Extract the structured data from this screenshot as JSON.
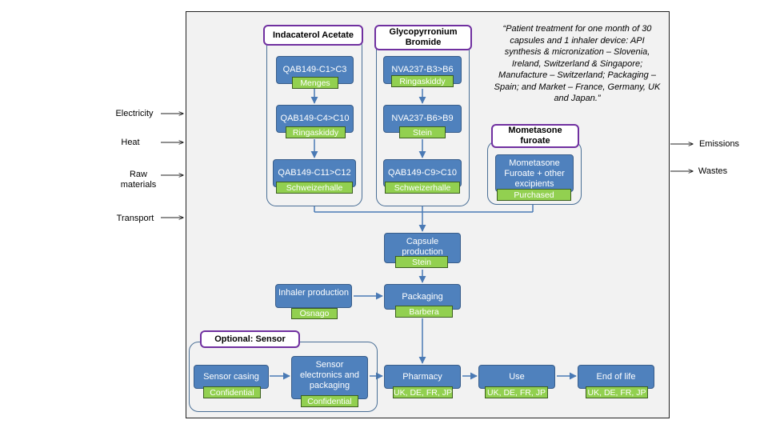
{
  "inputs": {
    "electricity": "Electricity",
    "heat": "Heat",
    "raw_materials": "Raw materials",
    "transport": "Transport"
  },
  "outputs": {
    "emissions": "Emissions",
    "wastes": "Wastes"
  },
  "quote": "“Patient treatment for one month of 30 capsules and 1 inhaler device: API synthesis & micronization – Slovenia, Ireland, Switzerland & Singapore; Manufacture – Switzerland; Packaging – Spain; and Market – France, Germany, UK and Japan.”",
  "groups": {
    "indacaterol": {
      "title": "Indacaterol Acetate",
      "steps": [
        {
          "process": "QAB149-C1>C3",
          "site": "Menges"
        },
        {
          "process": "QAB149-C4>C10",
          "site": "Ringaskiddy"
        },
        {
          "process": "QAB149-C11>C12",
          "site": "Schweizerhalle"
        }
      ]
    },
    "glycopyrronium": {
      "title": "Glycopyrronium Bromide",
      "steps": [
        {
          "process": "NVA237-B3>B6",
          "site": "Ringaskiddy"
        },
        {
          "process": "NVA237-B6>B9",
          "site": "Stein"
        },
        {
          "process": "QAB149-C9>C10",
          "site": "Schweizerhalle"
        }
      ]
    },
    "mometasone": {
      "title": "Mometasone furoate",
      "step": {
        "process": "Mometasone Furoate + other excipients",
        "site": "Purchased"
      }
    },
    "sensor": {
      "title": "Optional: Sensor",
      "steps": [
        {
          "process": "Sensor casing",
          "site": "Confidential"
        },
        {
          "process": "Sensor electronics and packaging",
          "site": "Confidential"
        }
      ]
    }
  },
  "main_flow": {
    "capsule": {
      "process": "Capsule production",
      "site": "Stein"
    },
    "inhaler": {
      "process": "Inhaler production",
      "site": "Osnago"
    },
    "packaging": {
      "process": "Packaging",
      "site": "Barbera"
    },
    "pharmacy": {
      "process": "Pharmacy",
      "site": "UK, DE, FR, JP"
    },
    "use": {
      "process": "Use",
      "site": "UK, DE, FR, JP"
    },
    "end_of_life": {
      "process": "End of life",
      "site": "UK, DE, FR, JP"
    }
  },
  "colors": {
    "process_fill": "#4f81bd",
    "site_fill": "#92d050",
    "group_title_border": "#7030a0",
    "connector": "#4a7ab5",
    "frame_fill": "#f2f2f2"
  }
}
